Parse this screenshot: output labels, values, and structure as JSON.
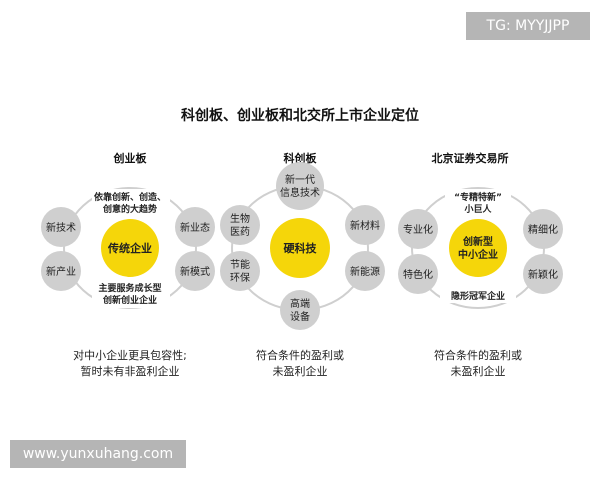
{
  "watermark_top": "TG: MYYJJPP",
  "watermark_bottom": "www.yunxuhang.com",
  "title": "科创板、创业板和北交所上市企业定位",
  "colors": {
    "center": "#f5d60a",
    "node": "#cfcfcf",
    "ring": "#cfcfcf"
  },
  "boards": [
    {
      "name": "创业板",
      "center": "传统企业",
      "nodes": [
        "新技术",
        "新产业",
        "新业态",
        "新模式"
      ],
      "labels": [
        [
          "依靠创新、创造、",
          "创意的大趋势"
        ],
        [
          "主要服务成长型",
          "创新创业企业"
        ]
      ],
      "desc": [
        "对中小企业更具包容性;",
        "暂时未有非盈利企业"
      ]
    },
    {
      "name": "科创板",
      "center": "硬科技",
      "nodes": [
        [
          "新一代",
          "信息技术"
        ],
        [
          "生物",
          "医药"
        ],
        [
          "节能",
          "环保"
        ],
        [
          "新材料"
        ],
        [
          "新能源"
        ],
        [
          "高端",
          "设备"
        ]
      ],
      "desc": [
        "符合条件的盈利或",
        "未盈利企业"
      ]
    },
    {
      "name": "北京证券交易所",
      "center": [
        "创新型",
        "中小企业"
      ],
      "nodes": [
        "专业化",
        "特色化",
        "精细化",
        "新颖化"
      ],
      "labels": [
        [
          "“专精特新”",
          "小巨人"
        ],
        [
          "隐形冠军企业"
        ]
      ],
      "desc": [
        "符合条件的盈利或",
        "未盈利企业"
      ]
    }
  ]
}
